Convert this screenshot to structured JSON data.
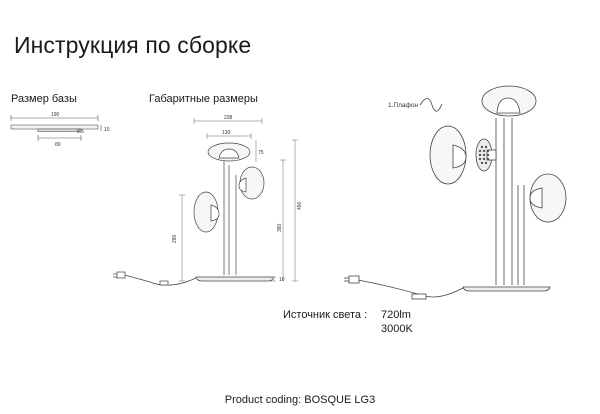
{
  "title": "Инструкция по сборке",
  "base_size": {
    "heading": "Размер базы",
    "width_label": "190",
    "inner_label": "8.5",
    "height_label": "10",
    "depth_label": "80"
  },
  "overall_dims": {
    "heading": "Габаритные размеры",
    "top_width": "238",
    "shade_width": "130",
    "shade_height": "75",
    "side_height": "290",
    "mid_height": "380",
    "total_height": "450",
    "base_height": "10"
  },
  "assembly": {
    "part_label": "1.Плафон"
  },
  "light_source": {
    "label": "Источник света :",
    "lumen": "720lm",
    "temperature": "3000K"
  },
  "footer": {
    "product_coding": "Product coding: BOSQUE LG3"
  }
}
